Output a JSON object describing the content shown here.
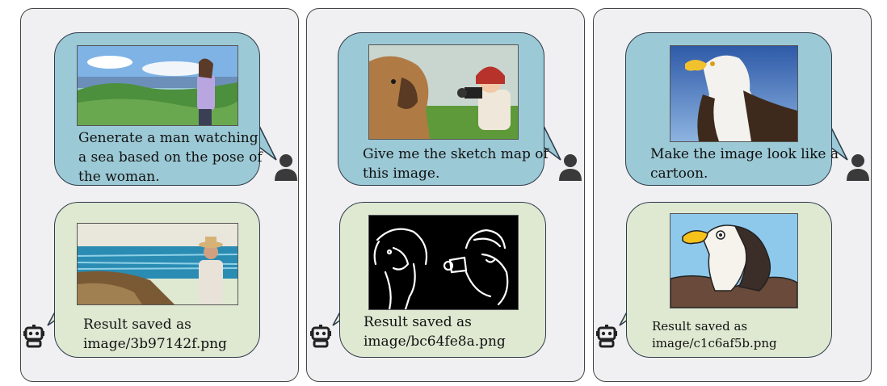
{
  "panels": [
    {
      "user_prompt_lines": [
        "Generate a man watching",
        "a sea based on the pose of",
        "the woman."
      ],
      "result_label": "Result saved as",
      "result_path": "image/3b97142f.png"
    },
    {
      "user_prompt_lines": [
        "Give me the sketch map of",
        "this image."
      ],
      "result_label": "Result saved as",
      "result_path": "image/bc64fe8a.png"
    },
    {
      "user_prompt_lines": [
        "Make the image look like a",
        "cartoon."
      ],
      "result_label": "Result saved as",
      "result_path": "image/c1c6af5b.png"
    }
  ],
  "icons": {
    "user": "person-icon",
    "bot": "robot-icon"
  },
  "colors": {
    "user_bubble": "#9cc9d6",
    "bot_bubble": "#dfe9d2",
    "panel_bg": "#f0f0f2"
  }
}
